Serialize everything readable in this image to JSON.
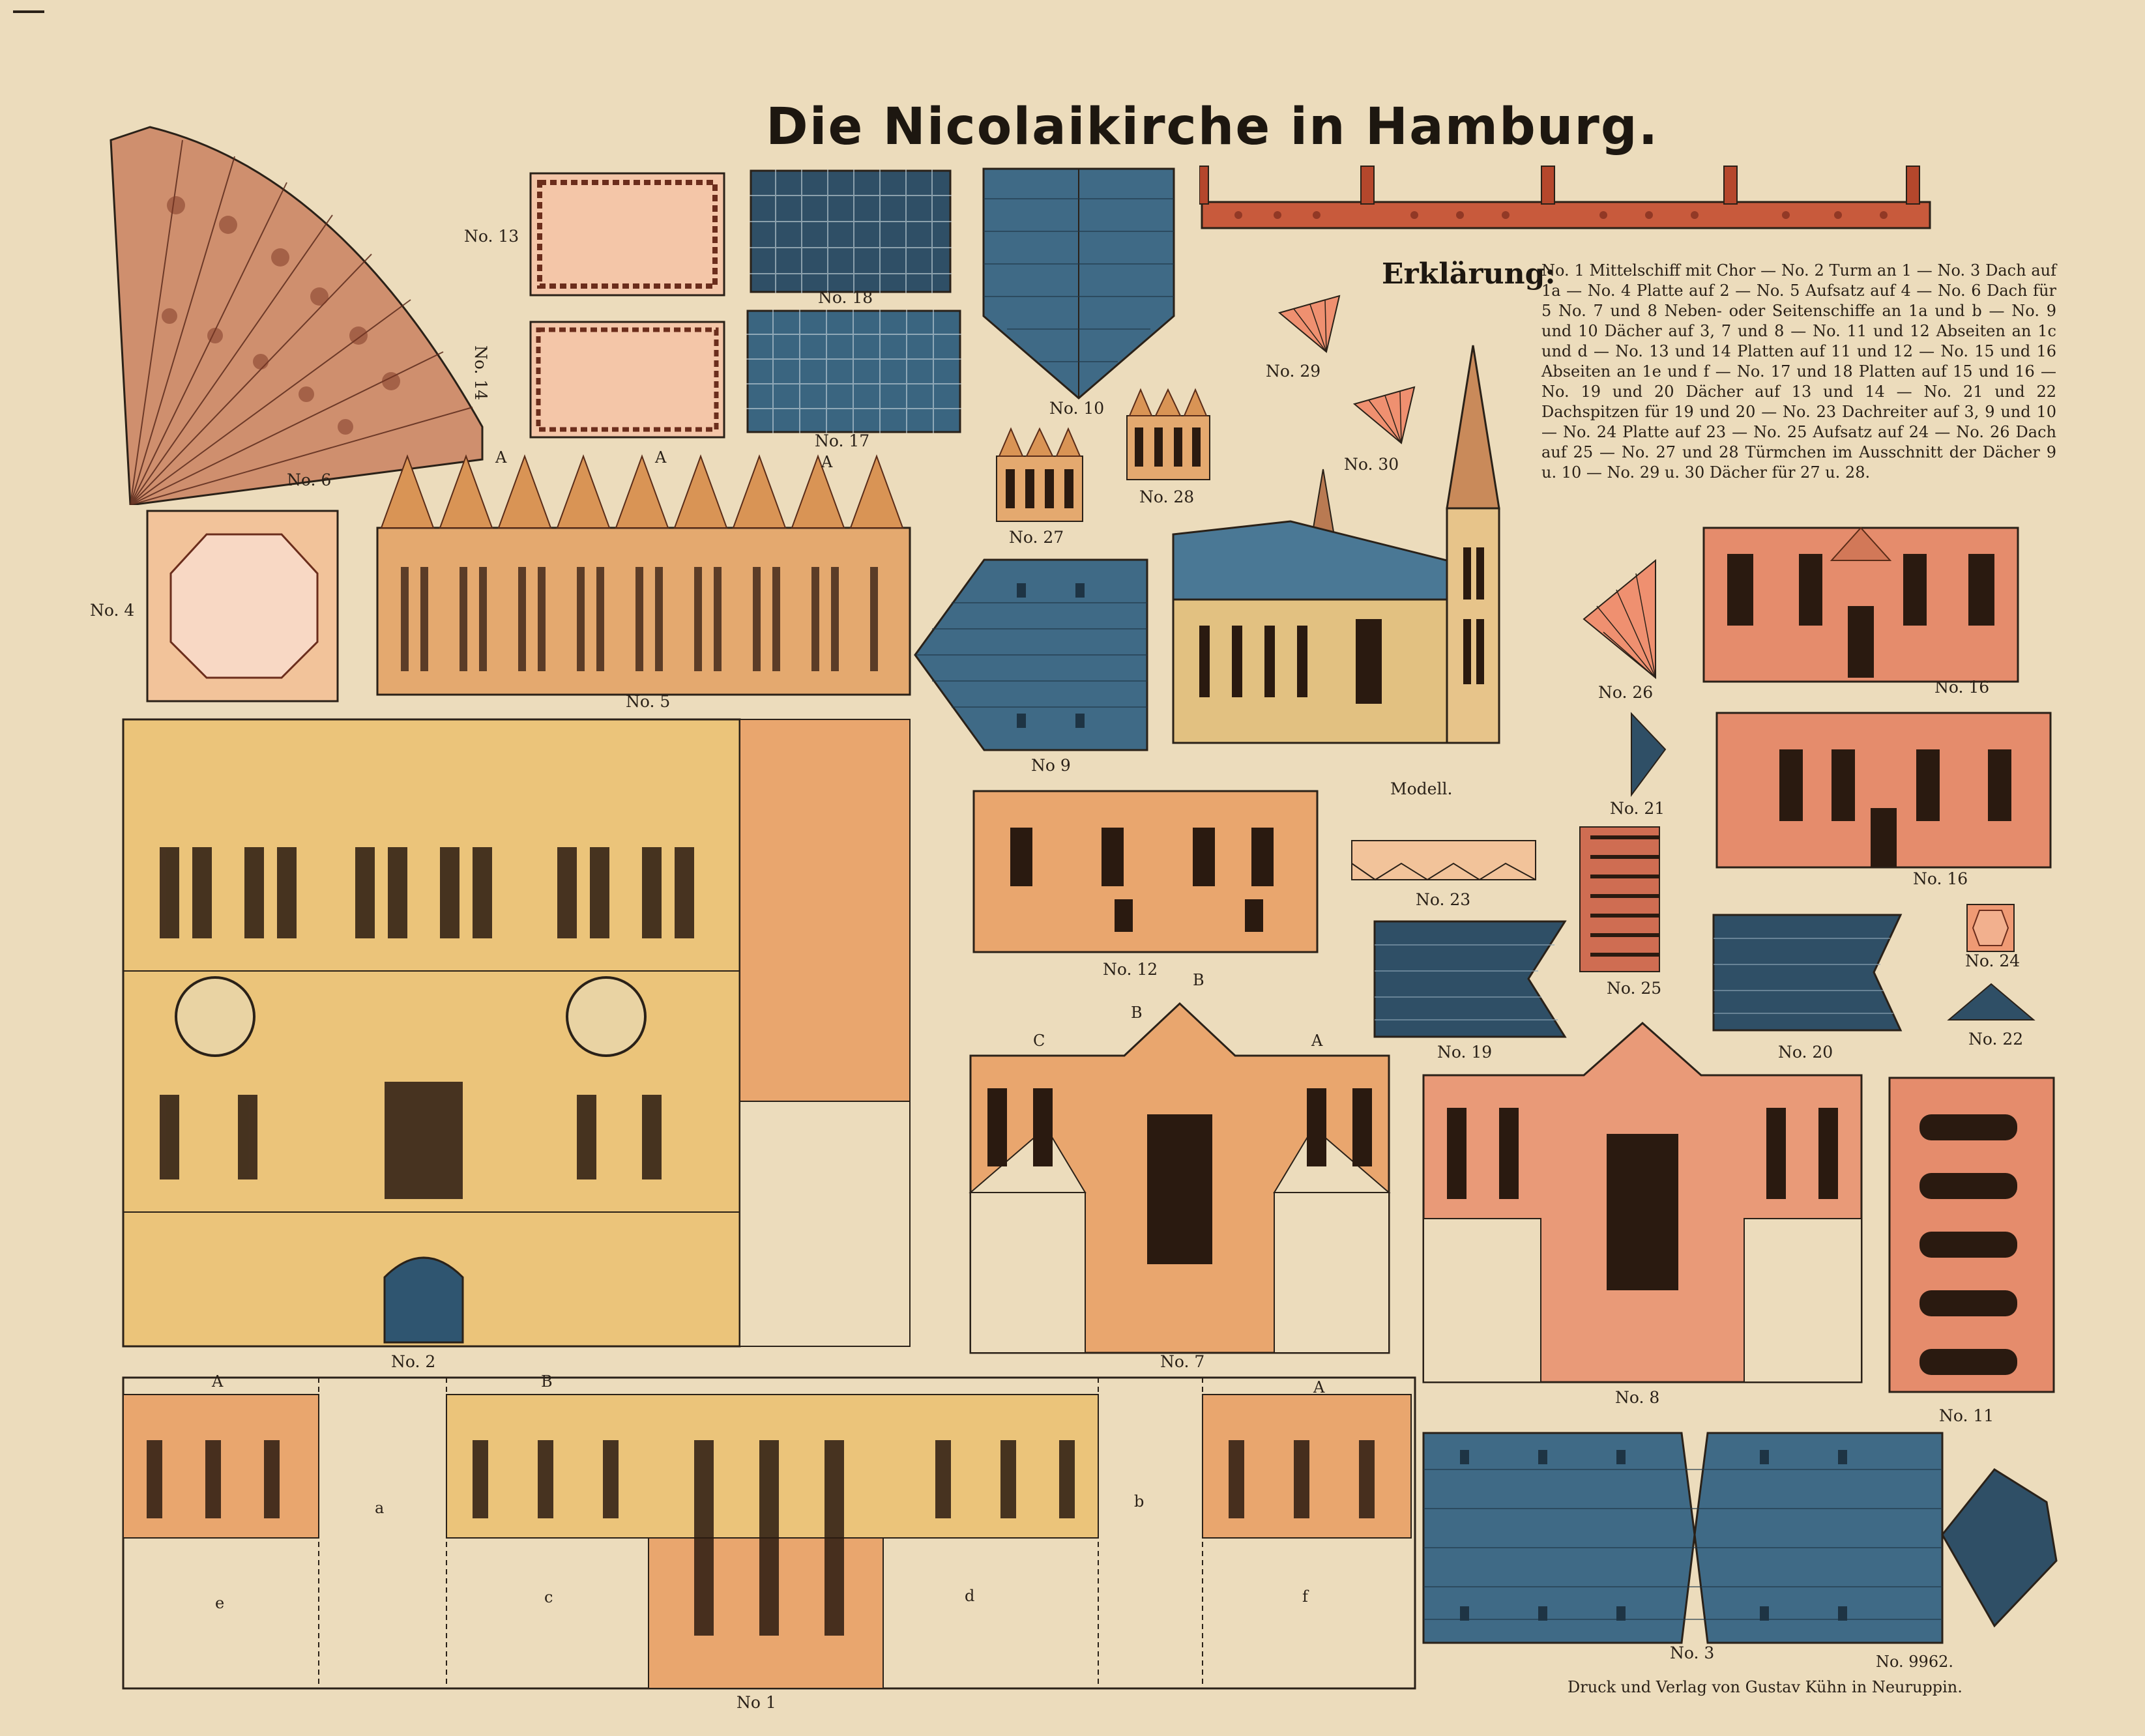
{
  "title": "Die Nicolaikirche in Hamburg.",
  "legend": {
    "heading": "Erklärung:",
    "text": "No. 1 Mittelschiff mit Chor — No. 2 Turm an 1 — No. 3 Dach auf 1a — No. 4 Platte auf 2 — No. 5 Aufsatz auf 4 — No. 6 Dach für 5  No. 7 und 8 Neben- oder Seitenschiffe an 1a und b — No. 9 und 10 Dächer auf 3, 7 und 8 — No. 11 und 12 Abseiten an 1c und d — No. 13 und 14 Platten auf 11 und 12 — No. 15 und 16 Abseiten an 1e und f — No. 17 und 18 Platten auf 15 und 16 — No. 19 und 20 Dächer auf 13 und 14 — No. 21 und 22 Dachspitzen für 19 und 20 — No. 23 Dachreiter auf 3, 9 und 10 — No. 24 Platte auf 23 — No. 25 Aufsatz auf 24 — No. 26 Dach auf 25 — No. 27 und 28 Türmchen im Ausschnitt der Dächer 9 u. 10 — No. 29 u. 30 Dächer für 27 u. 28."
  },
  "model_caption": "Modell.",
  "imprint": {
    "number": "No. 9962.",
    "publisher": "Druck und Verlag von Gustav Kühn in Neuruppin."
  },
  "labels": {
    "no1": "No 1",
    "no2": "No. 2",
    "no3": "No. 3",
    "no4": "No. 4",
    "no5": "No. 5",
    "no6": "No. 6",
    "no7": "No. 7",
    "no8": "No. 8",
    "no9": "No 9",
    "no10": "No. 10",
    "no11": "No. 11",
    "no12": "No. 12",
    "no13": "No. 13",
    "no14": "No. 14",
    "no16a": "No. 16",
    "no16b": "No. 16",
    "no17": "No. 17",
    "no18": "No. 18",
    "no19": "No. 19",
    "no20": "No. 20",
    "no21": "No. 21",
    "no22": "No. 22",
    "no23": "No. 23",
    "no24": "No. 24",
    "no25": "No. 25",
    "no26": "No. 26",
    "no27": "No. 27",
    "no28": "No. 28",
    "no29": "No. 29",
    "no30": "No. 30"
  },
  "letters": {
    "A": "A",
    "B": "B",
    "C": "C",
    "a": "a",
    "b": "b",
    "c": "c",
    "d": "d",
    "e": "e",
    "f": "f"
  },
  "colors": {
    "paper": "#ecdcbc",
    "roof_blue": "#3f6a86",
    "brick_orange": "#e2a66a",
    "stone_yellow": "#ebc77a",
    "pink_plate": "#f4c6a8",
    "red_frieze": "#c85a3c",
    "ink": "#2a2118"
  }
}
